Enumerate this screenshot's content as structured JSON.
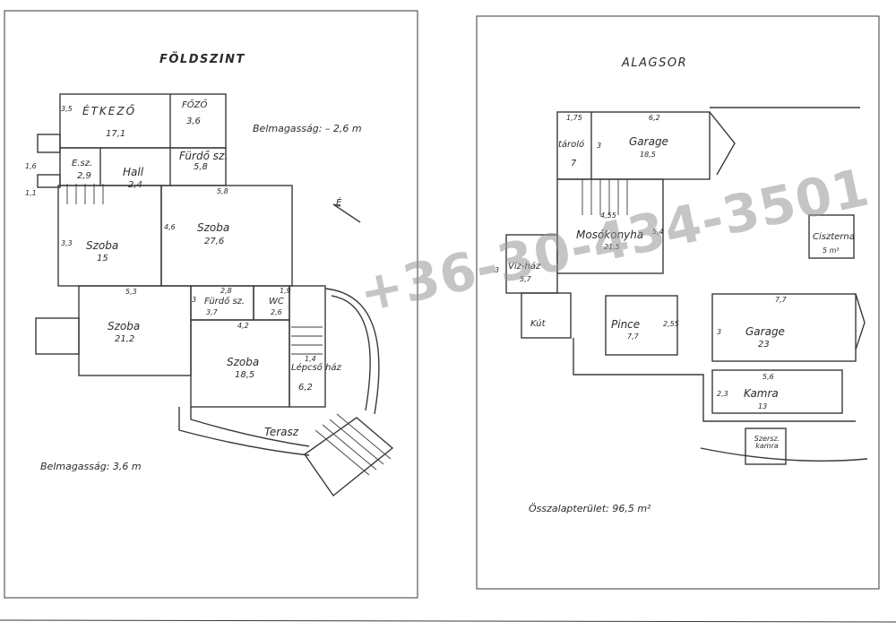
{
  "ground_floor": {
    "title": "FÖLDSZINT",
    "ceiling_height_top": "Belmagasság: – 2,6 m",
    "ceiling_height_bottom": "Belmagasság: 3,6 m",
    "north_marker": "É",
    "rooms": {
      "etkezo": {
        "name": "ÉTKEZŐ",
        "area": "17,1"
      },
      "fozo": {
        "name": "FŐZŐ",
        "area": "3,6"
      },
      "eloszoba": {
        "name": "E.sz.",
        "area": "2,9"
      },
      "hall": {
        "name": "Hall",
        "area": "2,4"
      },
      "furdo_upper": {
        "name": "Fürdő sz.",
        "area": "5,8"
      },
      "szoba_15": {
        "name": "Szoba",
        "area": "15"
      },
      "szoba_27": {
        "name": "Szoba",
        "area": "27,6"
      },
      "szoba_21": {
        "name": "Szoba",
        "area": "21,2"
      },
      "furdo_lower": {
        "name": "Fürdő sz.",
        "area": "3,7"
      },
      "wc": {
        "name": "WC",
        "area": "2,6"
      },
      "szoba_18": {
        "name": "Szoba",
        "area": "18,5"
      },
      "lepcsohaz": {
        "name": "Lépcső ház",
        "area": "6,2"
      },
      "terasz": {
        "name": "Terasz"
      }
    },
    "dimensions": {
      "d1": "3,5",
      "d2": "1,6",
      "d3": "1,1",
      "d4": "5,8",
      "d5": "4,6",
      "d6": "3,3",
      "d7": "5,3",
      "d8": "2,8",
      "d9": "1,9",
      "d10": "4,2",
      "d11": "1,4",
      "d12": "3"
    }
  },
  "basement": {
    "title": "ALAGSOR",
    "total_area": "Összalapterület: 96,5 m²",
    "rooms": {
      "tarolo": {
        "name": "tároló",
        "area": "7"
      },
      "garage_top": {
        "name": "Garage",
        "area": "18,5"
      },
      "mosokonyha": {
        "name": "Mosókonyha",
        "area": "21,5"
      },
      "cisterna": {
        "name": "Ciszterna",
        "area": "5 m³"
      },
      "vizhaz": {
        "name": "Víz-ház",
        "area": "5,7"
      },
      "kut": {
        "name": "Kút"
      },
      "pince": {
        "name": "Pince",
        "area": "7,7"
      },
      "garage_bottom": {
        "name": "Garage",
        "area": "23"
      },
      "kamra": {
        "name": "Kamra",
        "area": "13"
      },
      "szerszkamra": {
        "name": "Szersz. kamra"
      }
    },
    "dimensions": {
      "b1": "1,75",
      "b2": "6,2",
      "b3": "3",
      "b4": "4,55",
      "b5": "5,4",
      "b6": "3",
      "b7": "2,55",
      "b8": "7,7",
      "b9": "3",
      "b10": "5,6",
      "b11": "2,3"
    }
  },
  "watermark": "+36-30-434-3501"
}
